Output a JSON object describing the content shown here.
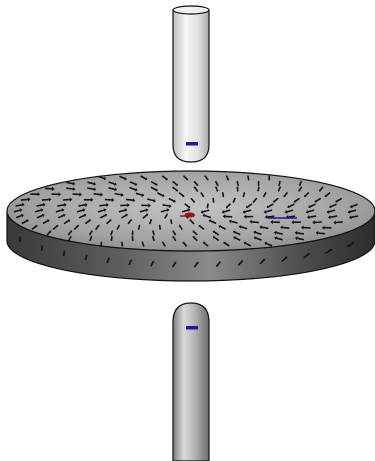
{
  "scene": {
    "description_labels": [],
    "colors": {
      "background": "#ffffff",
      "tube_light": "#f4f4f4",
      "tube_mid": "#d2d2d2",
      "tube_dark": "#9a9a9a",
      "tube_outline": "#111111",
      "marker": "#1a1a9a",
      "disc_top": "#9c9c9c",
      "disc_rim": "#4a4a4a",
      "arrow": "#111111",
      "center_dot": "#a01010",
      "probe_line": "#1a1a9a"
    },
    "icons": [
      "upper-probe-tube",
      "lower-probe-tube",
      "vector-field-disc"
    ]
  }
}
